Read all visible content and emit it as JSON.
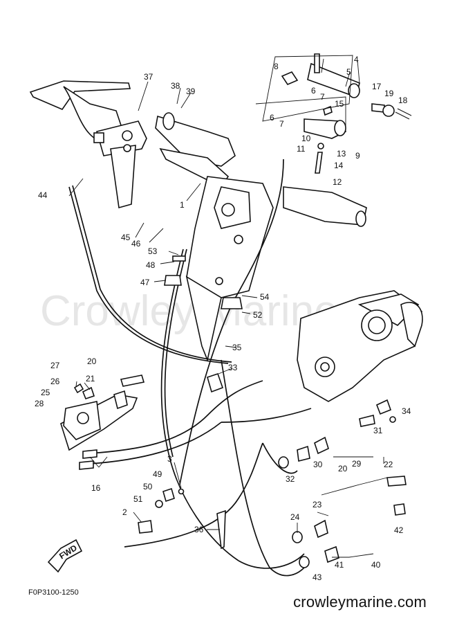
{
  "watermark": "Crowley Marine",
  "figure_code": "F0P3100-1250",
  "fwd_label": "FWD",
  "footer_text": "crowleymarine.com",
  "callouts": [
    "1",
    "2",
    "3",
    "4",
    "5",
    "6",
    "7",
    "6",
    "7",
    "8",
    "9",
    "10",
    "11",
    "12",
    "13",
    "14",
    "15",
    "16",
    "17",
    "18",
    "19",
    "20",
    "21",
    "20",
    "22",
    "23",
    "24",
    "25",
    "26",
    "27",
    "28",
    "29",
    "30",
    "31",
    "32",
    "33",
    "34",
    "35",
    "36",
    "37",
    "38",
    "39",
    "40",
    "41",
    "42",
    "43",
    "44",
    "45",
    "46",
    "47",
    "48",
    "49",
    "50",
    "51",
    "52",
    "53",
    "54"
  ]
}
